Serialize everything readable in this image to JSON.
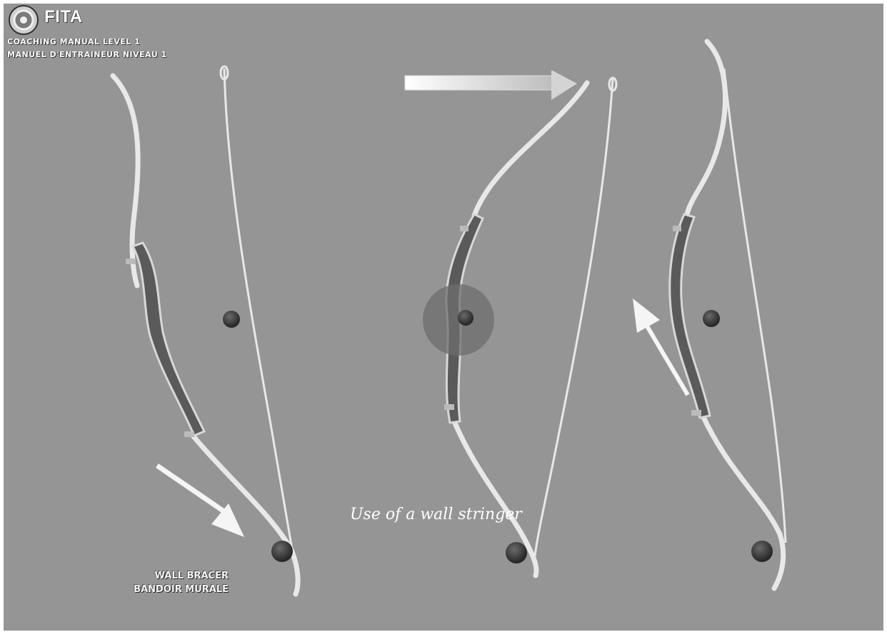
{
  "header": {
    "brand": "FITA",
    "line1": "Coaching Manual Level 1",
    "line2": "Manuel d'Entraineur Niveau 1"
  },
  "labels": {
    "wall_bracer_en": "WALL BRACER",
    "wall_bracer_fr": "BANDOIR MURALE"
  },
  "caption": "Use of a wall stringer",
  "colors": {
    "background": "#959595",
    "limb": "#ececec",
    "arrow": "#f5f5f5",
    "riser": "#5a5a5a",
    "peg": "#2f2f2f"
  },
  "icons": [
    "fita-logo-icon"
  ]
}
